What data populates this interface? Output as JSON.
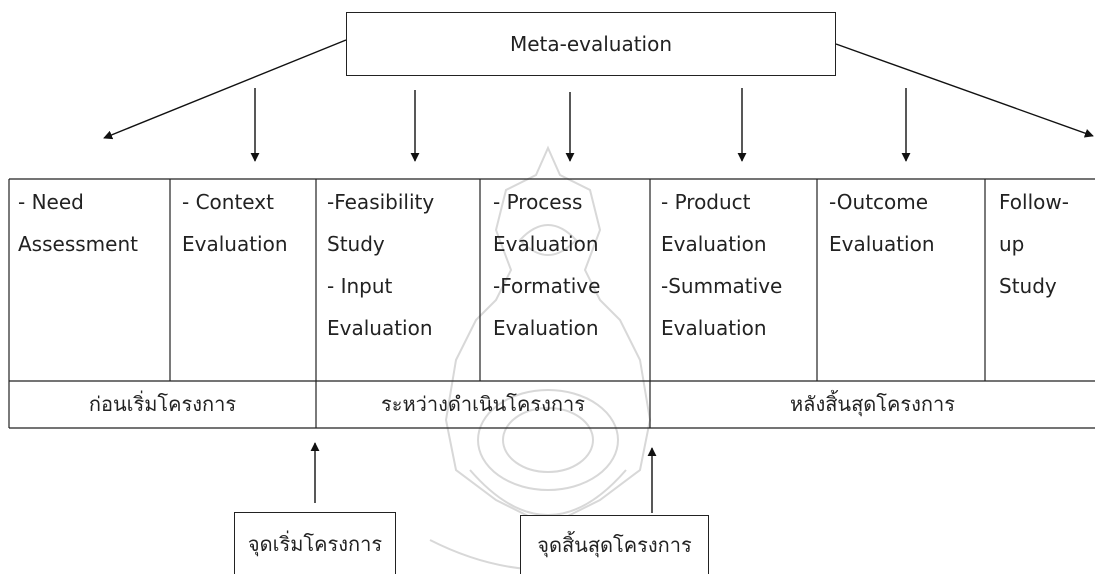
{
  "diagram": {
    "top_node": "Meta-evaluation",
    "columns": [
      {
        "lines": [
          "- Need",
          "Assessment"
        ]
      },
      {
        "lines": [
          "- Context",
          "Evaluation"
        ]
      },
      {
        "lines": [
          "-Feasibility",
          "Study",
          "- Input",
          "Evaluation"
        ]
      },
      {
        "lines": [
          "- Process",
          "Evaluation",
          "-Formative",
          "Evaluation"
        ]
      },
      {
        "lines": [
          "- Product",
          "Evaluation",
          "-Summative",
          "Evaluation"
        ]
      },
      {
        "lines": [
          "-Outcome",
          "Evaluation"
        ]
      },
      {
        "lines": [
          "Follow-",
          "up",
          "Study"
        ]
      }
    ],
    "phases": [
      "ก่อนเริ่มโครงการ",
      "ระหว่างดำเนินโครงการ",
      "หลังสิ้นสุดโครงการ"
    ],
    "markers": {
      "start": "จุดเริ่มโครงการ",
      "end": "จุดสิ้นสุดโครงการ"
    }
  }
}
